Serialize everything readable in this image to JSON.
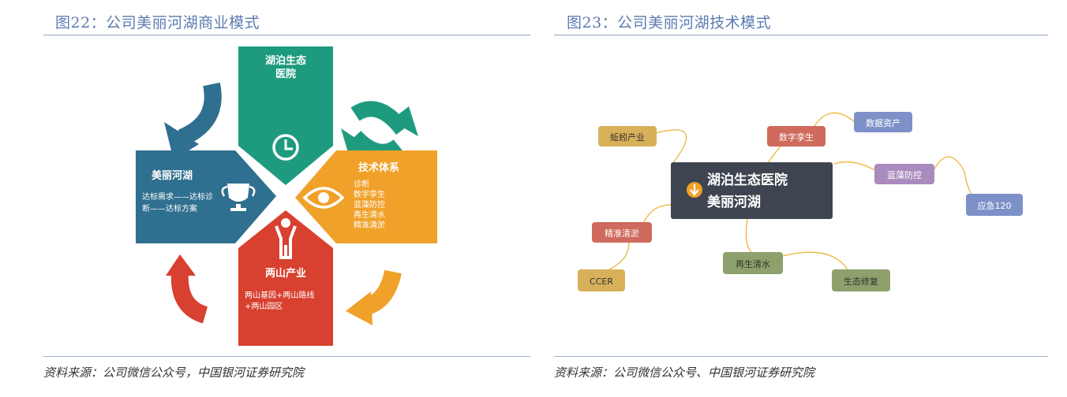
{
  "left_figure": {
    "title": "图22：公司美丽河湖商业模式",
    "source": "资料来源：公司微信公众号，中国银河证券研究院",
    "top": {
      "line1": "湖泊生态",
      "line2": "医院",
      "color": "#1e9b7e"
    },
    "left": {
      "title": "美丽河湖",
      "line1": "达标需求——达标诊",
      "line2": "断——达标方案",
      "color": "#2f6f8f"
    },
    "right": {
      "title": "技术体系",
      "items": [
        "诊断",
        "数字孪生",
        "蓝藻防控",
        "再生清水",
        "精准清淤"
      ],
      "color": "#f0a12a"
    },
    "bottom": {
      "title": "两山产业",
      "line1": "两山基因+两山路线",
      "line2": "+两山园区",
      "color": "#d8402f"
    },
    "icons": [
      "clock-icon",
      "trophy-icon",
      "eye-icon",
      "person-icon"
    ]
  },
  "right_figure": {
    "title": "图23：公司美丽河湖技术模式",
    "source": "资料来源：公司微信公众号、中国银河证券研究院",
    "center": {
      "line1": "湖泊生态医院",
      "line2": "美丽河湖",
      "color": "#3e4450"
    },
    "nodes": [
      {
        "key": "shengchan",
        "label": "蚯蚓产业",
        "color": "#d8b05a"
      },
      {
        "key": "digital",
        "label": "数字孪生",
        "color": "#cf6a5c"
      },
      {
        "key": "data",
        "label": "数据资产",
        "color": "#7d91c8"
      },
      {
        "key": "algae",
        "label": "蓝藻防控",
        "color": "#a98bbd"
      },
      {
        "key": "emergency",
        "label": "应急120",
        "color": "#7d91c8"
      },
      {
        "key": "dredge",
        "label": "精准清淤",
        "color": "#cf6a5c"
      },
      {
        "key": "ccer",
        "label": "CCER",
        "color": "#d8b05a"
      },
      {
        "key": "water",
        "label": "再生清水",
        "color": "#8ea06b"
      },
      {
        "key": "repair",
        "label": "生态修复",
        "color": "#8ea06b"
      }
    ]
  }
}
